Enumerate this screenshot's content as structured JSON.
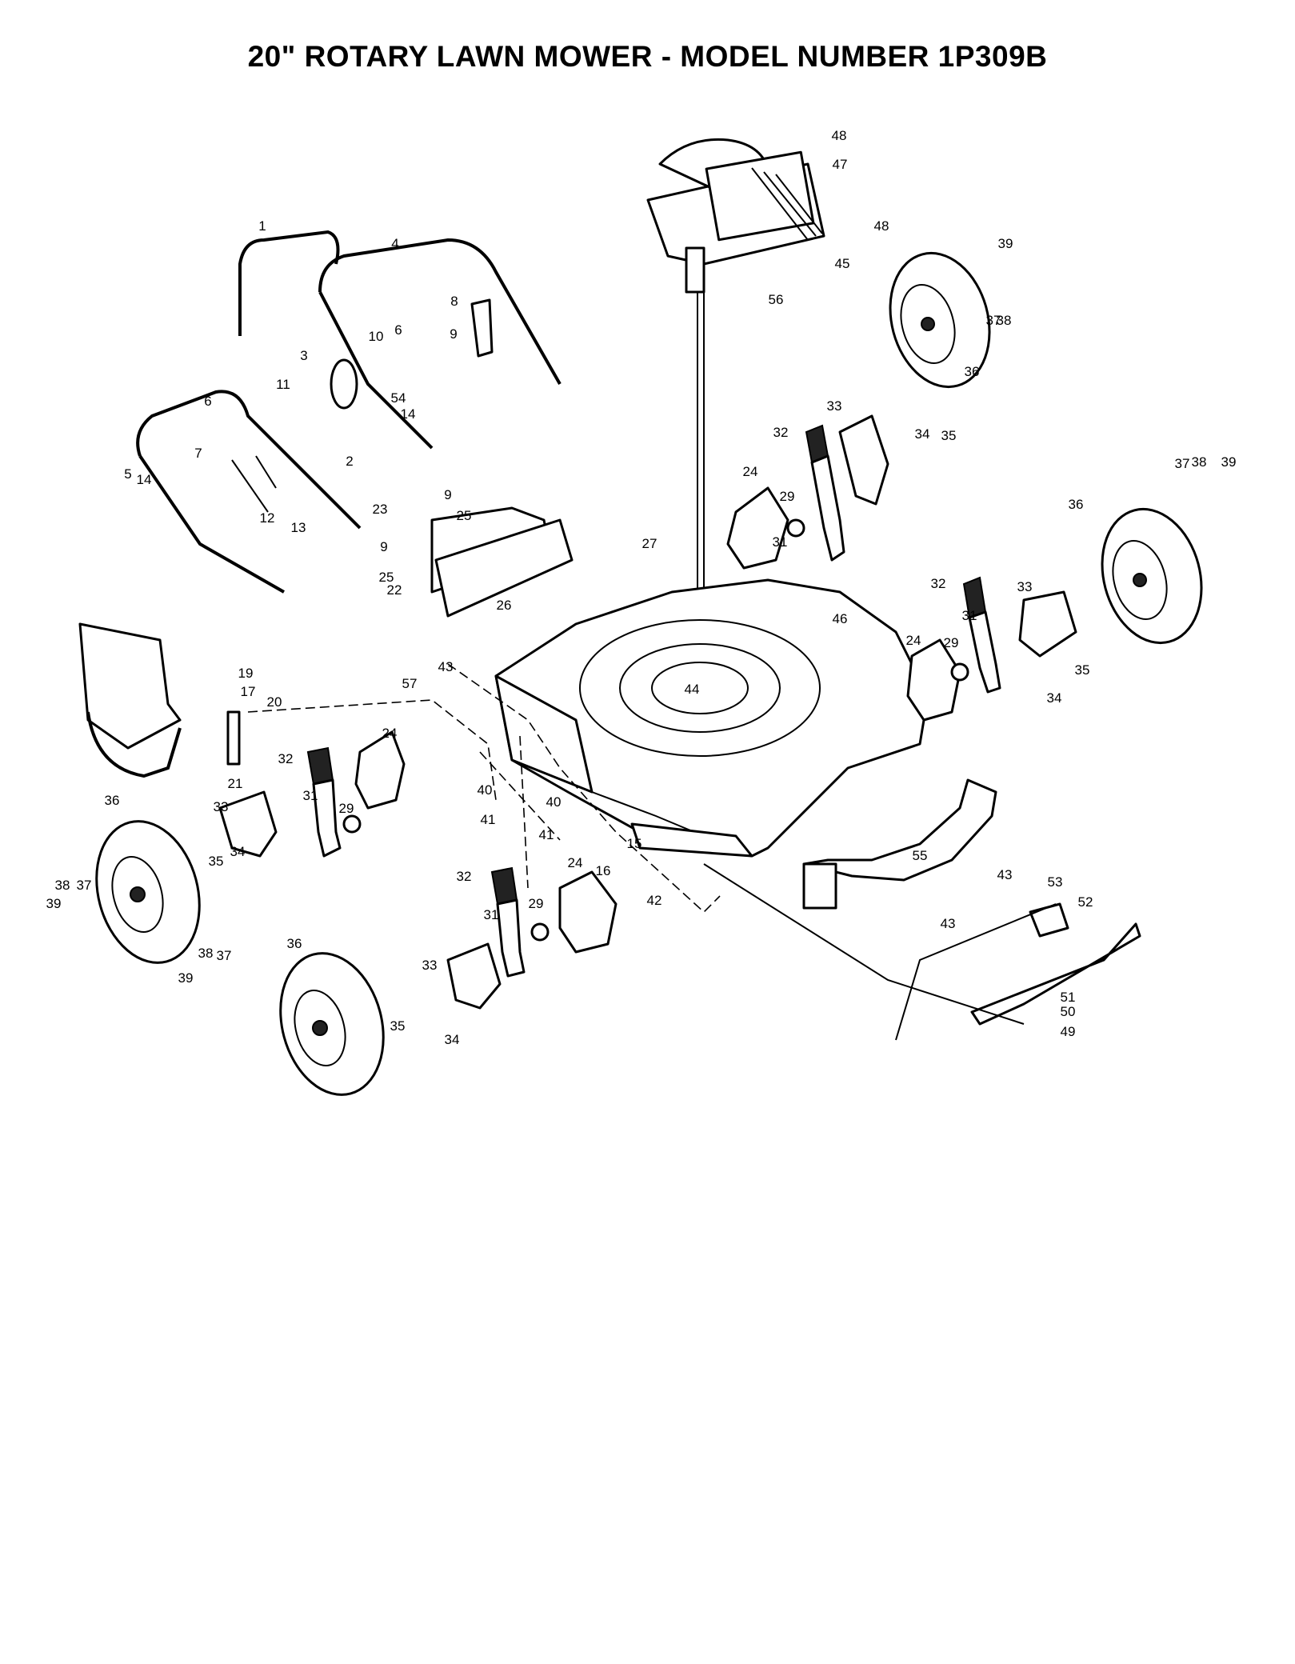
{
  "title": "20\" ROTARY LAWN MOWER - MODEL NUMBER 1P309B",
  "callouts": [
    "1",
    "2",
    "3",
    "4",
    "5",
    "6",
    "6",
    "7",
    "8",
    "9",
    "9",
    "9",
    "10",
    "11",
    "12",
    "13",
    "14",
    "14",
    "15",
    "16",
    "17",
    "19",
    "20",
    "21",
    "22",
    "23",
    "24",
    "24",
    "24",
    "24",
    "25",
    "25",
    "26",
    "27",
    "29",
    "29",
    "29",
    "29",
    "31",
    "31",
    "31",
    "31",
    "32",
    "32",
    "32",
    "32",
    "33",
    "33",
    "33",
    "33",
    "34",
    "34",
    "34",
    "34",
    "35",
    "35",
    "35",
    "35",
    "36",
    "36",
    "36",
    "36",
    "37",
    "37",
    "37",
    "37",
    "38",
    "38",
    "38",
    "38",
    "39",
    "39",
    "39",
    "39",
    "40",
    "40",
    "41",
    "41",
    "42",
    "43",
    "43",
    "43",
    "44",
    "45",
    "46",
    "47",
    "48",
    "48",
    "49",
    "50",
    "51",
    "52",
    "53",
    "54",
    "55",
    "56",
    "57"
  ]
}
